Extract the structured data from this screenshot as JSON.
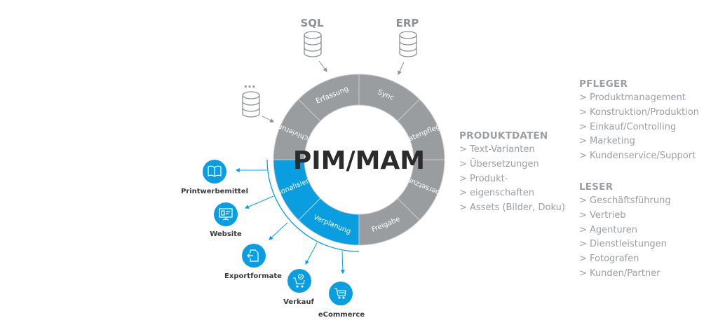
{
  "colors": {
    "ring_gray": "#9a9d9f",
    "ring_blue": "#0a9ee0",
    "divider": "#c9ccce",
    "text_gray": "#9a9fa3",
    "icon_gray": "#8c9195",
    "title_dark": "#2b2b2b"
  },
  "center": {
    "title": "PIM/MAM"
  },
  "sources": [
    {
      "label": "SQL",
      "icon": "database-icon"
    },
    {
      "label": "ERP",
      "icon": "database-icon"
    },
    {
      "label": "...",
      "icon": "database-icon"
    }
  ],
  "segments": [
    {
      "label": "Sync",
      "color": "gray"
    },
    {
      "label": "Datenpflege",
      "color": "gray"
    },
    {
      "label": "Übersetzung",
      "color": "gray"
    },
    {
      "label": "Freigabe",
      "color": "gray"
    },
    {
      "label": "Verplanung",
      "color": "blue"
    },
    {
      "label": "Personalisierung",
      "color": "blue"
    },
    {
      "label": "Archivierung",
      "color": "gray"
    },
    {
      "label": "Erfassung",
      "color": "gray"
    }
  ],
  "outputs": [
    {
      "label": "Printwerbemittel",
      "icon": "book-icon"
    },
    {
      "label": "Website",
      "icon": "monitor-icon"
    },
    {
      "label": "Exportformate",
      "icon": "export-document-icon"
    },
    {
      "label": "Verkauf",
      "icon": "cart-check-icon"
    },
    {
      "label": "eCommerce",
      "icon": "cart-icon"
    }
  ],
  "produktdaten": {
    "title": "PRODUKTDATEN",
    "items": [
      "> Text-Varianten",
      "> Übersetzungen",
      "> Produkt-",
      "> eigenschaften",
      "> Assets (Bilder, Doku)"
    ]
  },
  "pfleger": {
    "title": "PFLEGER",
    "items": [
      "> Produktmanagement",
      "> Konstruktion/Produktion",
      "> Einkauf/Controlling",
      "> Marketing",
      "> Kundenservice/Support"
    ]
  },
  "leser": {
    "title": "LESER",
    "items": [
      "> Geschäftsführung",
      "> Vertrieb",
      "> Agenturen",
      "> Dienstleistungen",
      "> Fotografen",
      "> Kunden/Partner"
    ]
  }
}
